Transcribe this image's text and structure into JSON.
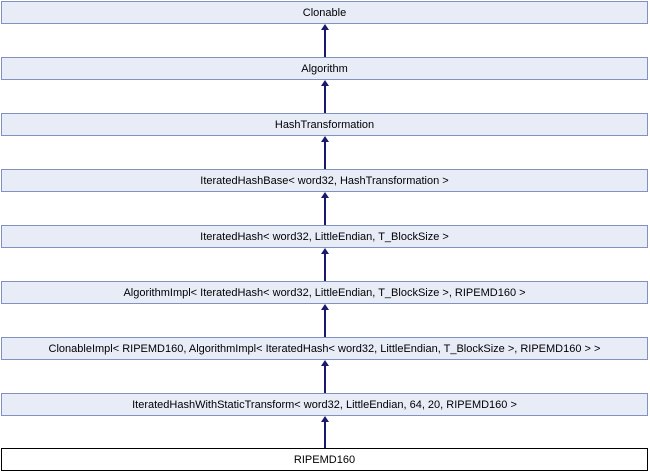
{
  "diagram": {
    "type": "class-inheritance-graph",
    "colors": {
      "node_fill": "#e8ecf7",
      "node_border": "#8191c1",
      "highlight_fill": "#ffffff",
      "highlight_border": "#000000",
      "edge": "#191970",
      "text": "#000000",
      "background": "#ffffff"
    },
    "nodes": [
      {
        "label": "Clonable",
        "highlighted": false
      },
      {
        "label": "Algorithm",
        "highlighted": false
      },
      {
        "label": "HashTransformation",
        "highlighted": false
      },
      {
        "label": "IteratedHashBase< word32, HashTransformation >",
        "highlighted": false
      },
      {
        "label": "IteratedHash< word32, LittleEndian, T_BlockSize >",
        "highlighted": false
      },
      {
        "label": "AlgorithmImpl< IteratedHash< word32, LittleEndian, T_BlockSize >, RIPEMD160 >",
        "highlighted": false
      },
      {
        "label": "ClonableImpl< RIPEMD160, AlgorithmImpl< IteratedHash< word32, LittleEndian, T_BlockSize >, RIPEMD160 > >",
        "highlighted": false
      },
      {
        "label": "IteratedHashWithStaticTransform< word32, LittleEndian, 64, 20, RIPEMD160 >",
        "highlighted": false
      },
      {
        "label": "RIPEMD160",
        "highlighted": true
      }
    ],
    "edges": [
      {
        "from": "Algorithm",
        "to": "Clonable"
      },
      {
        "from": "HashTransformation",
        "to": "Algorithm"
      },
      {
        "from": "IteratedHashBase< word32, HashTransformation >",
        "to": "HashTransformation"
      },
      {
        "from": "IteratedHash< word32, LittleEndian, T_BlockSize >",
        "to": "IteratedHashBase< word32, HashTransformation >"
      },
      {
        "from": "AlgorithmImpl< IteratedHash< word32, LittleEndian, T_BlockSize >, RIPEMD160 >",
        "to": "IteratedHash< word32, LittleEndian, T_BlockSize >"
      },
      {
        "from": "ClonableImpl< RIPEMD160, AlgorithmImpl< IteratedHash< word32, LittleEndian, T_BlockSize >, RIPEMD160 > >",
        "to": "AlgorithmImpl< IteratedHash< word32, LittleEndian, T_BlockSize >, RIPEMD160 >"
      },
      {
        "from": "IteratedHashWithStaticTransform< word32, LittleEndian, 64, 20, RIPEMD160 >",
        "to": "ClonableImpl< RIPEMD160, AlgorithmImpl< IteratedHash< word32, LittleEndian, T_BlockSize >, RIPEMD160 > >"
      },
      {
        "from": "RIPEMD160",
        "to": "IteratedHashWithStaticTransform< word32, LittleEndian, 64, 20, RIPEMD160 >"
      }
    ]
  }
}
